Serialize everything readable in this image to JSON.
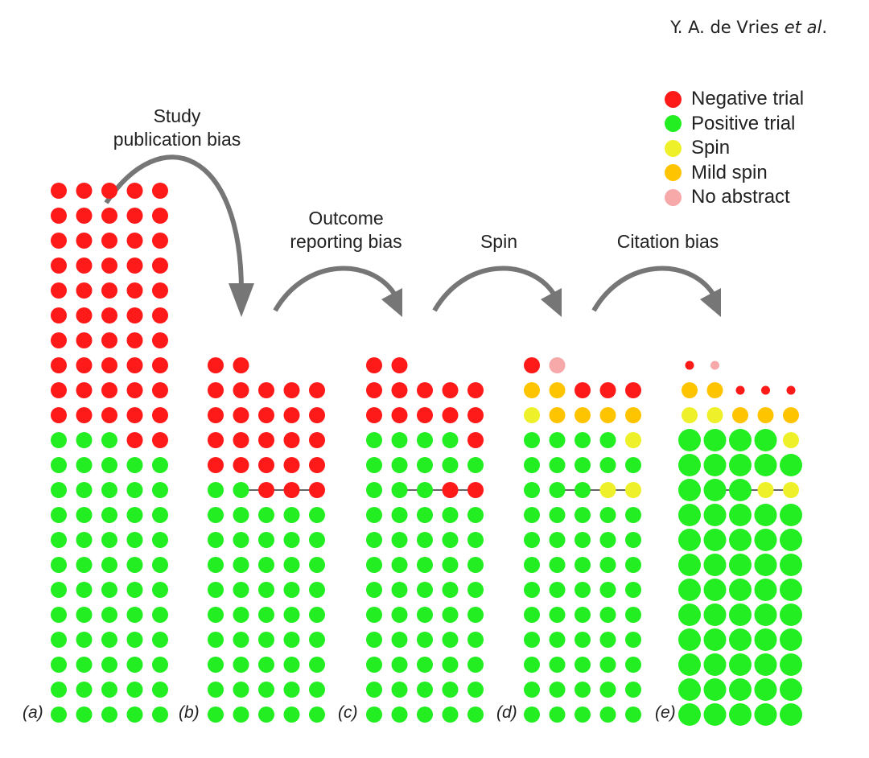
{
  "header": {
    "authors": "Y. A. de Vries",
    "etal": "et al",
    "period": "."
  },
  "legend": [
    {
      "label": "Negative trial",
      "color": "#ff1a1a"
    },
    {
      "label": "Positive trial",
      "color": "#22ee22"
    },
    {
      "label": "Spin",
      "color": "#eef02a"
    },
    {
      "label": "Mild spin",
      "color": "#ffc400"
    },
    {
      "label": "No abstract",
      "color": "#f7a8a8"
    }
  ],
  "steps": {
    "publication": {
      "line1": "Study",
      "line2": "publication bias"
    },
    "outcome": {
      "line1": "Outcome",
      "line2": "reporting bias"
    },
    "spin": {
      "line1": "Spin"
    },
    "citation": {
      "line1": "Citation bias"
    }
  },
  "panels": [
    {
      "label": "(a)",
      "letter": "a",
      "rows": [
        "NNNNN",
        "NNNNN",
        "NNNNN",
        "NNNNN",
        "NNNNN",
        "NNNNN",
        "NNNNN",
        "NNNNN",
        "NNNNN",
        "NNNNN",
        "PPPNN",
        "PPPPP",
        "PPPPP",
        "PPPPP",
        "PPPPP",
        "PPPPP",
        "PPPPP",
        "PPPPP",
        "PPPPP",
        "PPPPP",
        "PPPPP",
        "PPPPP"
      ],
      "sizes": []
    },
    {
      "label": "(b)",
      "letter": "b",
      "rows": [
        "NN   ",
        "NNNNN",
        "NNNNN",
        "NNNNN",
        "NNNNN",
        "PPNNN",
        "PPPPP",
        "PPPPP",
        "PPPPP",
        "PPPPP",
        "PPPPP",
        "PPPPP",
        "PPPPP",
        "PPPPP",
        "PPPPP"
      ],
      "link_row": 5,
      "sizes": []
    },
    {
      "label": "(c)",
      "letter": "c",
      "rows": [
        "NN   ",
        "NNNNN",
        "NNNNN",
        "PPPPN",
        "PPPPP",
        "PPPNN",
        "PPPPP",
        "PPPPP",
        "PPPPP",
        "PPPPP",
        "PPPPP",
        "PPPPP",
        "PPPPP",
        "PPPPP",
        "PPPPP"
      ],
      "link_row": 5,
      "sizes": []
    },
    {
      "label": "(d)",
      "letter": "d",
      "rows": [
        "NA   ",
        "MMNNN",
        "SMMMM",
        "PPPPS",
        "PPPPP",
        "PPPSS",
        "PPPPP",
        "PPPPP",
        "PPPPP",
        "PPPPP",
        "PPPPP",
        "PPPPP",
        "PPPPP",
        "PPPPP",
        "PPPPP"
      ],
      "link_row": 5,
      "sizes": []
    },
    {
      "label": "(e)",
      "letter": "e",
      "rows": [
        "NA   ",
        "MMNNN",
        "SSMMM",
        "PPPPS",
        "PPPPP",
        "PPPSS",
        "PPPPP",
        "PPPPP",
        "PPPPP",
        "PPPPP",
        "PPPPP",
        "PPPPP",
        "PPPPP",
        "PPPPP",
        "PPPPP"
      ],
      "link_row": 5,
      "sizes": [
        [
          "s",
          "s",
          "",
          "",
          ""
        ],
        [
          "m",
          "m",
          "s",
          "s",
          "s"
        ],
        [
          "m",
          "m",
          "m",
          "m",
          "m"
        ],
        [
          "l",
          "l",
          "l",
          "l",
          "m"
        ],
        [
          "l",
          "l",
          "l",
          "l",
          "l"
        ],
        [
          "l",
          "l",
          "l",
          "m",
          "m"
        ],
        [
          "l",
          "l",
          "l",
          "l",
          "l"
        ],
        [
          "l",
          "l",
          "l",
          "l",
          "l"
        ],
        [
          "l",
          "l",
          "l",
          "l",
          "l"
        ],
        [
          "l",
          "l",
          "l",
          "l",
          "l"
        ],
        [
          "l",
          "l",
          "l",
          "l",
          "l"
        ],
        [
          "l",
          "l",
          "l",
          "l",
          "l"
        ],
        [
          "l",
          "l",
          "l",
          "l",
          "l"
        ],
        [
          "l",
          "l",
          "l",
          "l",
          "l"
        ],
        [
          "l",
          "l",
          "l",
          "l",
          "l"
        ]
      ]
    }
  ]
}
